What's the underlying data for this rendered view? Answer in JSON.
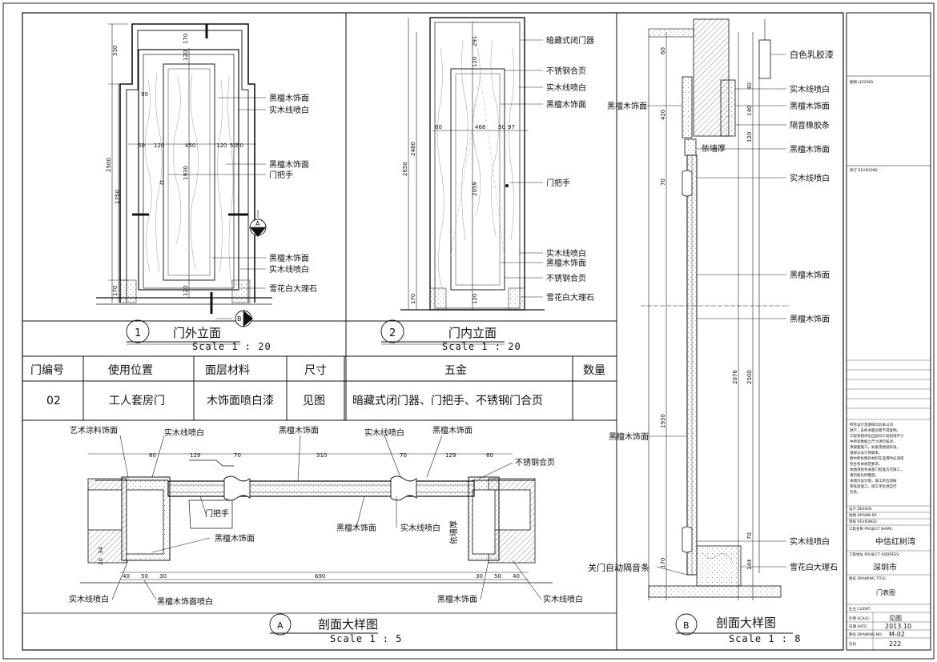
{
  "views": {
    "v1": {
      "number": "1",
      "title": "门外立面",
      "scale": "Scale 1 : 20"
    },
    "v2": {
      "number": "2",
      "title": "门内立面",
      "scale": "Scale 1 : 20"
    },
    "vA": {
      "number": "A",
      "title": "剖面大样图",
      "scale": "Scale 1 : 5"
    },
    "vB": {
      "number": "B",
      "title": "剖面大样图",
      "scale": "Scale 1 : 8"
    }
  },
  "markers": {
    "section_a": "A",
    "section_b": "B"
  },
  "labels": {
    "v1": [
      "黑檀木饰面",
      "实木线喷白",
      "黑檀木饰面",
      "门把手",
      "黑檀木饰面",
      "实木线喷白",
      "雪花白大理石"
    ],
    "v2": [
      "暗藏式闭门器",
      "不锈钢合页",
      "实木线喷白",
      "黑檀木饰面",
      "门把手",
      "实木线喷白",
      "黑檀木饰面",
      "不锈钢合页",
      "雪花白大理石"
    ],
    "vA": [
      "艺术涂料饰面",
      "实木线喷白",
      "黑檀木饰面",
      "实木线喷白",
      "黑檀木饰面",
      "不锈钢合页",
      "门把手",
      "黑檀木饰面",
      "黑檀木饰面",
      "依墙厚",
      "实木线喷白",
      "黑檀木饰面喷白",
      "黑檀木饰面",
      "实木线喷白"
    ],
    "vB": [
      "白色乳胶漆",
      "实木线喷白",
      "黑檀木饰面",
      "隔音橡胶条",
      "黑檀木饰面",
      "依墙厚",
      "实木线喷白",
      "黑檀木饰面",
      "黑檀木饰面",
      "黑檀木饰面",
      "实木线喷白",
      "关门自动隔音条",
      "雪花白大理石"
    ]
  },
  "dims": {
    "v1": [
      "330",
      "170",
      "120",
      "90",
      "2500",
      "1750",
      "1930",
      "450",
      "120",
      "120",
      "50",
      "50",
      "50",
      "170",
      "120"
    ],
    "v2": [
      "291",
      "120",
      "468",
      "60",
      "97",
      "2480",
      "2650",
      "2059",
      "170",
      "120",
      "50"
    ],
    "vA": [
      "60",
      "129",
      "70",
      "310",
      "70",
      "129",
      "60",
      "34",
      "20",
      "40",
      "50",
      "30",
      "690",
      "30",
      "50",
      "40"
    ],
    "vB": [
      "60",
      "420",
      "140",
      "40",
      "120",
      "70",
      "1930",
      "2076",
      "2500",
      "70",
      "170",
      "144"
    ]
  },
  "table": {
    "headers": [
      "门编号",
      "使用位置",
      "面层材料",
      "尺寸",
      "五金",
      "数量"
    ],
    "row": [
      "02",
      "工人套房门",
      "木饰面喷白漆",
      "见图",
      "暗藏式闭门器、门把手、不锈钢门合页",
      ""
    ]
  },
  "title_block": {
    "legend": "图例 LEGEND:",
    "revisions": "修订 REVISIONS:",
    "notes": [
      "所有设计及图样均为本公司",
      "财产，未经书面同意不得复制。",
      "工程承建单位应核对工地现场尺寸",
      "中所有数据之尺寸进行核对。",
      "须按图施工，如发现图纸有误，",
      "请即与设计师联系。",
      "图中所标明的材料在选用时必须得",
      "符合有关规范要求。",
      "本图须经有关部门批准方可施工，",
      "请勿按比例量度。",
      "本图为设计图，施工单位须按",
      "审核后施工，施工单位须自行",
      "负责。"
    ],
    "design_label": "设计 DESIGN:",
    "drawn_label": "绘图 DRAWN BY:",
    "checked_label": "审核 REVIEWED:",
    "project_label": "工程名称 PROJECT NAME:",
    "project_name": "中信红树湾",
    "address_label": "工程地址 PROJECT ADDRESS:",
    "address": "深圳市",
    "drawing_title_label": "图名 DRAWING TITLE:",
    "drawing_title": "门表图",
    "client_label": "业主 CLIENT:",
    "scale_label": "比例 SCALE:",
    "scale": "见图",
    "date_label": "日期 DATE:",
    "date": "2013.10",
    "drawing_no_label": "图号 DRAWING NO.:",
    "drawing_no": "M-02",
    "page_label": "页码",
    "page": "222"
  }
}
